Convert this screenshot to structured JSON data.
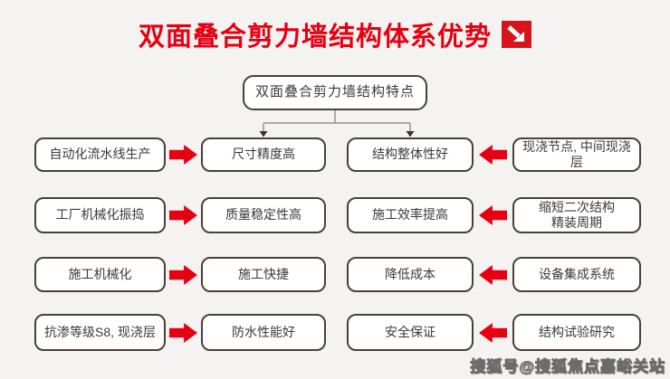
{
  "title": {
    "text": "双面叠合剪力墙结构体系优势",
    "icon": "arrow-down-right-in-red-square"
  },
  "root_box": {
    "label": "双面叠合剪力墙结构特点"
  },
  "rows": [
    {
      "left": "自动化流水线生产",
      "mid_left": "尺寸精度高",
      "mid_right": "结构整体性好",
      "right": "现浇节点, 中间现浇层"
    },
    {
      "left": "工厂机械化振捣",
      "mid_left": "质量稳定性高",
      "mid_right": "施工效率提高",
      "right": "缩短二次结构\n精装周期"
    },
    {
      "left": "施工机械化",
      "mid_left": "施工快捷",
      "mid_right": "降低成本",
      "right": "设备集成系统"
    },
    {
      "left": "抗渗等级S8, 现浇层",
      "mid_left": "防水性能好",
      "mid_right": "安全保证",
      "right": "结构试验研究"
    }
  ],
  "icons": {
    "forward": "red-arrow-right",
    "backward": "red-arrow-left"
  },
  "colors": {
    "accent_red": "#e60012",
    "node_border": "#4a3f3b",
    "connector_line": "#9a918c",
    "background": "#f4f3f1"
  },
  "watermark": "搜狐号@搜狐焦点嘉峪关站"
}
